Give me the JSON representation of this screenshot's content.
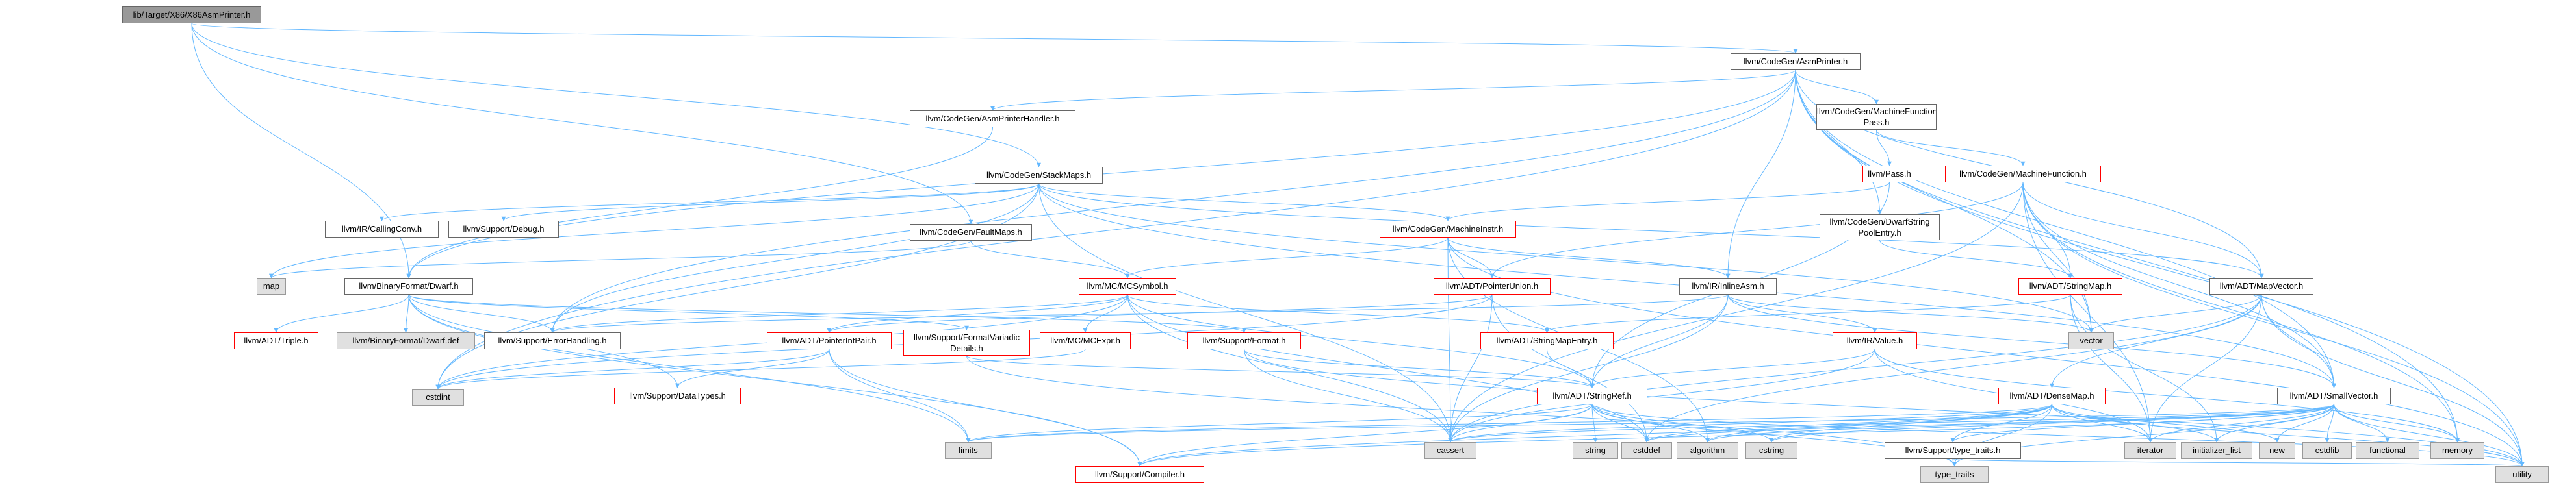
{
  "nodes": [
    {
      "id": "root",
      "label": "lib/Target/X86/X86AsmPrinter.h",
      "style": "root"
    },
    {
      "id": "asmprinter",
      "label": "llvm/CodeGen/AsmPrinter.h",
      "style": "normal"
    },
    {
      "id": "asmprinterhandler",
      "label": "llvm/CodeGen/AsmPrinterHandler.h",
      "style": "normal"
    },
    {
      "id": "mfpass",
      "label": "llvm/CodeGen/MachineFunction Pass.h",
      "style": "normal"
    },
    {
      "id": "pass",
      "label": "llvm/Pass.h",
      "style": "red"
    },
    {
      "id": "machinefunction",
      "label": "llvm/CodeGen/MachineFunction.h",
      "style": "red"
    },
    {
      "id": "stackmaps",
      "label": "llvm/CodeGen/StackMaps.h",
      "style": "normal"
    },
    {
      "id": "callingconv",
      "label": "llvm/IR/CallingConv.h",
      "style": "normal"
    },
    {
      "id": "debug",
      "label": "llvm/Support/Debug.h",
      "style": "normal"
    },
    {
      "id": "faultmaps",
      "label": "llvm/CodeGen/FaultMaps.h",
      "style": "normal"
    },
    {
      "id": "machineinstr",
      "label": "llvm/CodeGen/MachineInstr.h",
      "style": "red"
    },
    {
      "id": "dwarfstring",
      "label": "llvm/CodeGen/DwarfString PoolEntry.h",
      "style": "normal"
    },
    {
      "id": "map",
      "label": "map",
      "style": "gray"
    },
    {
      "id": "dwarf",
      "label": "llvm/BinaryFormat/Dwarf.h",
      "style": "normal"
    },
    {
      "id": "mcsymbol",
      "label": "llvm/MC/MCSymbol.h",
      "style": "red"
    },
    {
      "id": "pointerunion",
      "label": "llvm/ADT/PointerUnion.h",
      "style": "red"
    },
    {
      "id": "inlineasm",
      "label": "llvm/IR/InlineAsm.h",
      "style": "normal"
    },
    {
      "id": "stringmap",
      "label": "llvm/ADT/StringMap.h",
      "style": "red"
    },
    {
      "id": "mapvector",
      "label": "llvm/ADT/MapVector.h",
      "style": "normal"
    },
    {
      "id": "triple",
      "label": "llvm/ADT/Triple.h",
      "style": "red"
    },
    {
      "id": "dwarfdef",
      "label": "llvm/BinaryFormat/Dwarf.def",
      "style": "gray"
    },
    {
      "id": "errorhandling",
      "label": "llvm/Support/ErrorHandling.h",
      "style": "normal"
    },
    {
      "id": "pointerintpair",
      "label": "llvm/ADT/PointerIntPair.h",
      "style": "red"
    },
    {
      "id": "formatvariadic",
      "label": "llvm/Support/FormatVariadic Details.h",
      "style": "red"
    },
    {
      "id": "mcexpr",
      "label": "llvm/MC/MCExpr.h",
      "style": "red"
    },
    {
      "id": "format",
      "label": "llvm/Support/Format.h",
      "style": "red"
    },
    {
      "id": "stringmapentry",
      "label": "llvm/ADT/StringMapEntry.h",
      "style": "red"
    },
    {
      "id": "value",
      "label": "llvm/IR/Value.h",
      "style": "red"
    },
    {
      "id": "vector",
      "label": "vector",
      "style": "gray"
    },
    {
      "id": "cstdint",
      "label": "cstdint",
      "style": "gray"
    },
    {
      "id": "datatypes",
      "label": "llvm/Support/DataTypes.h",
      "style": "red"
    },
    {
      "id": "stringref",
      "label": "llvm/ADT/StringRef.h",
      "style": "red"
    },
    {
      "id": "densemap",
      "label": "llvm/ADT/DenseMap.h",
      "style": "red"
    },
    {
      "id": "smallvector",
      "label": "llvm/ADT/SmallVector.h",
      "style": "normal"
    },
    {
      "id": "limits",
      "label": "limits",
      "style": "gray"
    },
    {
      "id": "cassert",
      "label": "cassert",
      "style": "gray"
    },
    {
      "id": "string",
      "label": "string",
      "style": "gray"
    },
    {
      "id": "cstddef",
      "label": "cstddef",
      "style": "gray"
    },
    {
      "id": "algorithm",
      "label": "algorithm",
      "style": "gray"
    },
    {
      "id": "cstring",
      "label": "cstring",
      "style": "gray"
    },
    {
      "id": "typetraitsh",
      "label": "llvm/Support/type_traits.h",
      "style": "normal"
    },
    {
      "id": "iterator",
      "label": "iterator",
      "style": "gray"
    },
    {
      "id": "initlist",
      "label": "initializer_list",
      "style": "gray"
    },
    {
      "id": "new",
      "label": "new",
      "style": "gray"
    },
    {
      "id": "cstdlib",
      "label": "cstdlib",
      "style": "gray"
    },
    {
      "id": "functional",
      "label": "functional",
      "style": "gray"
    },
    {
      "id": "memory",
      "label": "memory",
      "style": "gray"
    },
    {
      "id": "compiler",
      "label": "llvm/Support/Compiler.h",
      "style": "red"
    },
    {
      "id": "type_traits",
      "label": "type_traits",
      "style": "gray"
    },
    {
      "id": "utility",
      "label": "utility",
      "style": "gray"
    }
  ],
  "edges": [
    [
      "root",
      "asmprinter"
    ],
    [
      "root",
      "stackmaps"
    ],
    [
      "root",
      "faultmaps"
    ],
    [
      "root",
      "dwarf"
    ],
    [
      "asmprinter",
      "asmprinterhandler"
    ],
    [
      "asmprinter",
      "mfpass"
    ],
    [
      "asmprinter",
      "dwarfstring"
    ],
    [
      "asmprinter",
      "inlineasm"
    ],
    [
      "asmprinter",
      "mapvector"
    ],
    [
      "asmprinter",
      "smallvector"
    ],
    [
      "asmprinter",
      "dwarf"
    ],
    [
      "asmprinter",
      "errorhandling"
    ],
    [
      "asmprinter",
      "cstdint"
    ],
    [
      "asmprinter",
      "memory"
    ],
    [
      "asmprinter",
      "utility"
    ],
    [
      "asmprinter",
      "vector"
    ],
    [
      "asmprinterhandler",
      "dwarf"
    ],
    [
      "mfpass",
      "pass"
    ],
    [
      "mfpass",
      "machinefunction"
    ],
    [
      "pass",
      "machineinstr"
    ],
    [
      "pass",
      "stringref"
    ],
    [
      "machinefunction",
      "pointerunion"
    ],
    [
      "machinefunction",
      "stringmap"
    ],
    [
      "machinefunction",
      "mapvector"
    ],
    [
      "machinefunction",
      "smallvector"
    ],
    [
      "machinefunction",
      "vector"
    ],
    [
      "machinefunction",
      "memory"
    ],
    [
      "machinefunction",
      "utility"
    ],
    [
      "machinefunction",
      "iterator"
    ],
    [
      "machinefunction",
      "cassert"
    ],
    [
      "stackmaps",
      "callingconv"
    ],
    [
      "stackmaps",
      "debug"
    ],
    [
      "stackmaps",
      "machineinstr"
    ],
    [
      "stackmaps",
      "mapvector"
    ],
    [
      "stackmaps",
      "smallvector"
    ],
    [
      "stackmaps",
      "cstdint"
    ],
    [
      "stackmaps",
      "vector"
    ],
    [
      "stackmaps",
      "map"
    ],
    [
      "stackmaps",
      "cassert"
    ],
    [
      "stackmaps",
      "errorhandling"
    ],
    [
      "faultmaps",
      "mcsymbol"
    ],
    [
      "faultmaps",
      "map"
    ],
    [
      "machineinstr",
      "mcsymbol"
    ],
    [
      "machineinstr",
      "inlineasm"
    ],
    [
      "machineinstr",
      "pointerunion"
    ],
    [
      "machineinstr",
      "cassert"
    ],
    [
      "machineinstr",
      "utility"
    ],
    [
      "machineinstr",
      "algorithm"
    ],
    [
      "dwarfstring",
      "stringmap"
    ],
    [
      "dwarf",
      "triple"
    ],
    [
      "dwarf",
      "dwarfdef"
    ],
    [
      "dwarf",
      "errorhandling"
    ],
    [
      "dwarf",
      "format"
    ],
    [
      "dwarf",
      "formatvariadic"
    ],
    [
      "dwarf",
      "datatypes"
    ],
    [
      "dwarf",
      "compiler"
    ],
    [
      "dwarf",
      "limits"
    ],
    [
      "mcsymbol",
      "pointerintpair"
    ],
    [
      "mcsymbol",
      "stringmapentry"
    ],
    [
      "mcsymbol",
      "mcexpr"
    ],
    [
      "mcsymbol",
      "errorhandling"
    ],
    [
      "mcsymbol",
      "cstdint"
    ],
    [
      "mcsymbol",
      "cassert"
    ],
    [
      "mcsymbol",
      "cstddef"
    ],
    [
      "mcsymbol",
      "stringref"
    ],
    [
      "pointerunion",
      "pointerintpair"
    ],
    [
      "pointerunion",
      "cstdint"
    ],
    [
      "pointerunion",
      "cassert"
    ],
    [
      "pointerunion",
      "cstddef"
    ],
    [
      "inlineasm",
      "value"
    ],
    [
      "inlineasm",
      "errorhandling"
    ],
    [
      "inlineasm",
      "stringref"
    ],
    [
      "inlineasm",
      "smallvector"
    ],
    [
      "inlineasm",
      "cassert"
    ],
    [
      "inlineasm",
      "vector"
    ],
    [
      "stringmap",
      "stringmapentry"
    ],
    [
      "stringmap",
      "iterator"
    ],
    [
      "stringmap",
      "initlist"
    ],
    [
      "mapvector",
      "densemap"
    ],
    [
      "mapvector",
      "smallvector"
    ],
    [
      "mapvector",
      "vector"
    ],
    [
      "mapvector",
      "cassert"
    ],
    [
      "mapvector",
      "cstddef"
    ],
    [
      "mapvector",
      "iterator"
    ],
    [
      "mapvector",
      "utility"
    ],
    [
      "pointerintpair",
      "datatypes"
    ],
    [
      "pointerintpair",
      "compiler"
    ],
    [
      "pointerintpair",
      "limits"
    ],
    [
      "pointerintpair",
      "cstdint"
    ],
    [
      "formatvariadic",
      "stringref"
    ],
    [
      "formatvariadic",
      "type_traits"
    ],
    [
      "mcexpr",
      "cstdint"
    ],
    [
      "format",
      "stringref"
    ],
    [
      "format",
      "cassert"
    ],
    [
      "format",
      "utility"
    ],
    [
      "stringmapentry",
      "stringref"
    ],
    [
      "value",
      "stringref"
    ],
    [
      "value",
      "cassert"
    ],
    [
      "value",
      "iterator"
    ],
    [
      "value",
      "memory"
    ],
    [
      "stringref",
      "compiler"
    ],
    [
      "stringref",
      "limits"
    ],
    [
      "stringref",
      "cassert"
    ],
    [
      "stringref",
      "string"
    ],
    [
      "stringref",
      "cstddef"
    ],
    [
      "stringref",
      "algorithm"
    ],
    [
      "stringref",
      "cstring"
    ],
    [
      "stringref",
      "type_traits"
    ],
    [
      "stringref",
      "utility"
    ],
    [
      "densemap",
      "compiler"
    ],
    [
      "densemap",
      "typetraitsh"
    ],
    [
      "densemap",
      "algorithm"
    ],
    [
      "densemap",
      "cassert"
    ],
    [
      "densemap",
      "cstddef"
    ],
    [
      "densemap",
      "cstring"
    ],
    [
      "densemap",
      "initlist"
    ],
    [
      "densemap",
      "iterator"
    ],
    [
      "densemap",
      "limits"
    ],
    [
      "densemap",
      "new"
    ],
    [
      "densemap",
      "type_traits"
    ],
    [
      "densemap",
      "utility"
    ],
    [
      "smallvector",
      "compiler"
    ],
    [
      "smallvector",
      "typetraitsh"
    ],
    [
      "smallvector",
      "algorithm"
    ],
    [
      "smallvector",
      "cassert"
    ],
    [
      "smallvector",
      "cstddef"
    ],
    [
      "smallvector",
      "cstdlib"
    ],
    [
      "smallvector",
      "cstring"
    ],
    [
      "smallvector",
      "functional"
    ],
    [
      "smallvector",
      "initlist"
    ],
    [
      "smallvector",
      "iterator"
    ],
    [
      "smallvector",
      "limits"
    ],
    [
      "smallvector",
      "memory"
    ],
    [
      "smallvector",
      "new"
    ],
    [
      "smallvector",
      "type_traits"
    ],
    [
      "smallvector",
      "utility"
    ],
    [
      "typetraitsh",
      "type_traits"
    ],
    [
      "typetraitsh",
      "utility"
    ]
  ],
  "colors": {
    "edge": "#63b8ff",
    "root_fill": "#999999",
    "gray_fill": "#e0e0e0",
    "red_border": "#ff0000"
  }
}
